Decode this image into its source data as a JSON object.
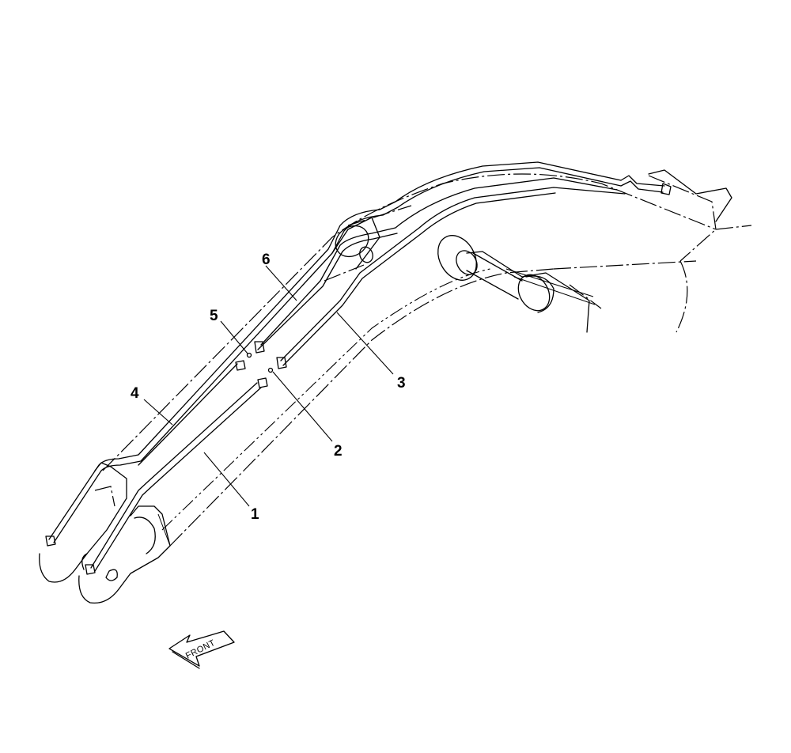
{
  "diagram": {
    "callouts": [
      {
        "id": "1",
        "text": "1"
      },
      {
        "id": "2",
        "text": "2"
      },
      {
        "id": "3",
        "text": "3"
      },
      {
        "id": "4",
        "text": "4"
      },
      {
        "id": "5",
        "text": "5"
      },
      {
        "id": "6",
        "text": "6"
      }
    ],
    "direction_arrow": {
      "text": "FRONT"
    }
  }
}
